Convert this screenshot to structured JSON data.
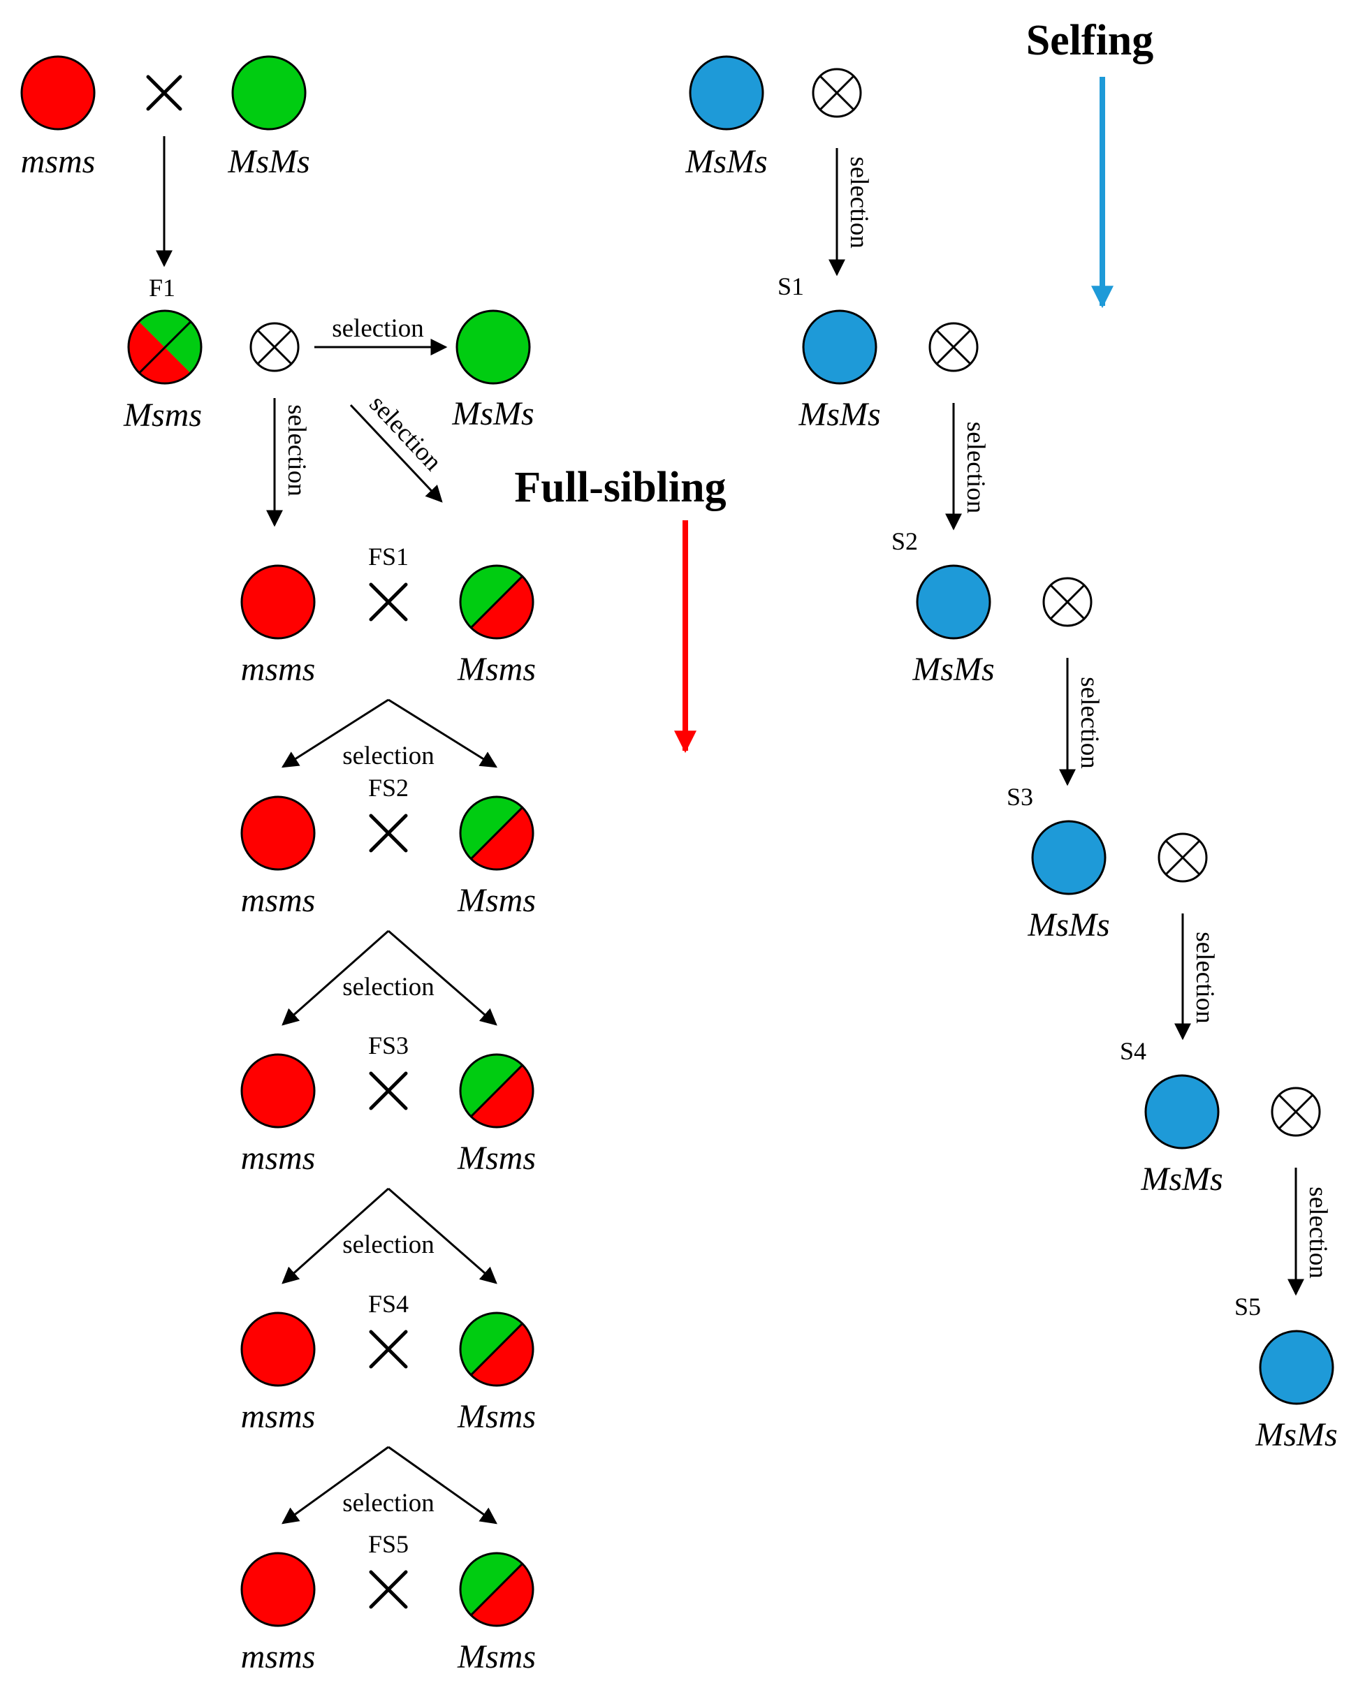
{
  "titles": {
    "selfing": "Selfing",
    "full_sibling": "Full-sibling"
  },
  "genotypes": {
    "homozygous_recessive": "msms",
    "homozygous_dominant": "MsMs",
    "heterozygous": "Msms"
  },
  "selection_label": "selection",
  "generation_labels": {
    "F1": "F1",
    "S1": "S1",
    "S2": "S2",
    "S3": "S3",
    "S4": "S4",
    "S5": "S5",
    "FS1": "FS1",
    "FS2": "FS2",
    "FS3": "FS3",
    "FS4": "FS4",
    "FS5": "FS5"
  },
  "colors": {
    "msms": "#ff0000",
    "MsMs_crossing": "#00cc11",
    "MsMs_selfing": "#1e9ad8",
    "selfing_arrow": "#1e9ad8",
    "full_sibling_arrow": "#ff0000"
  }
}
